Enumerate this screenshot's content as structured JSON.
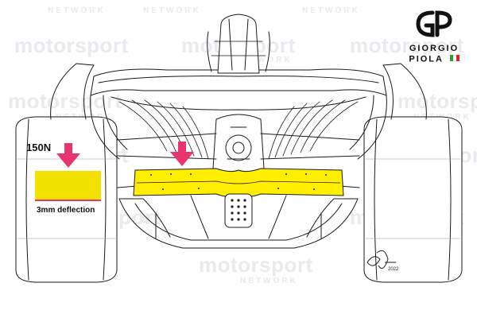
{
  "watermarks": {
    "brand": "motorsport",
    "network": "NETWORK"
  },
  "logo": {
    "line1": "GIORGIO",
    "line2": "PIOLA",
    "flag_colors": [
      "#2a9d3a",
      "#ffffff",
      "#d9262b"
    ]
  },
  "legend": {
    "load_label": "150N",
    "deflection_label": "3mm deflection"
  },
  "colors": {
    "arrow": "#e8356e",
    "highlight": "#ffee00",
    "deflection_box": "#f2e100",
    "deflection_line": "#e8356e",
    "line_art": "#1a1a1a"
  },
  "signature": "2022"
}
